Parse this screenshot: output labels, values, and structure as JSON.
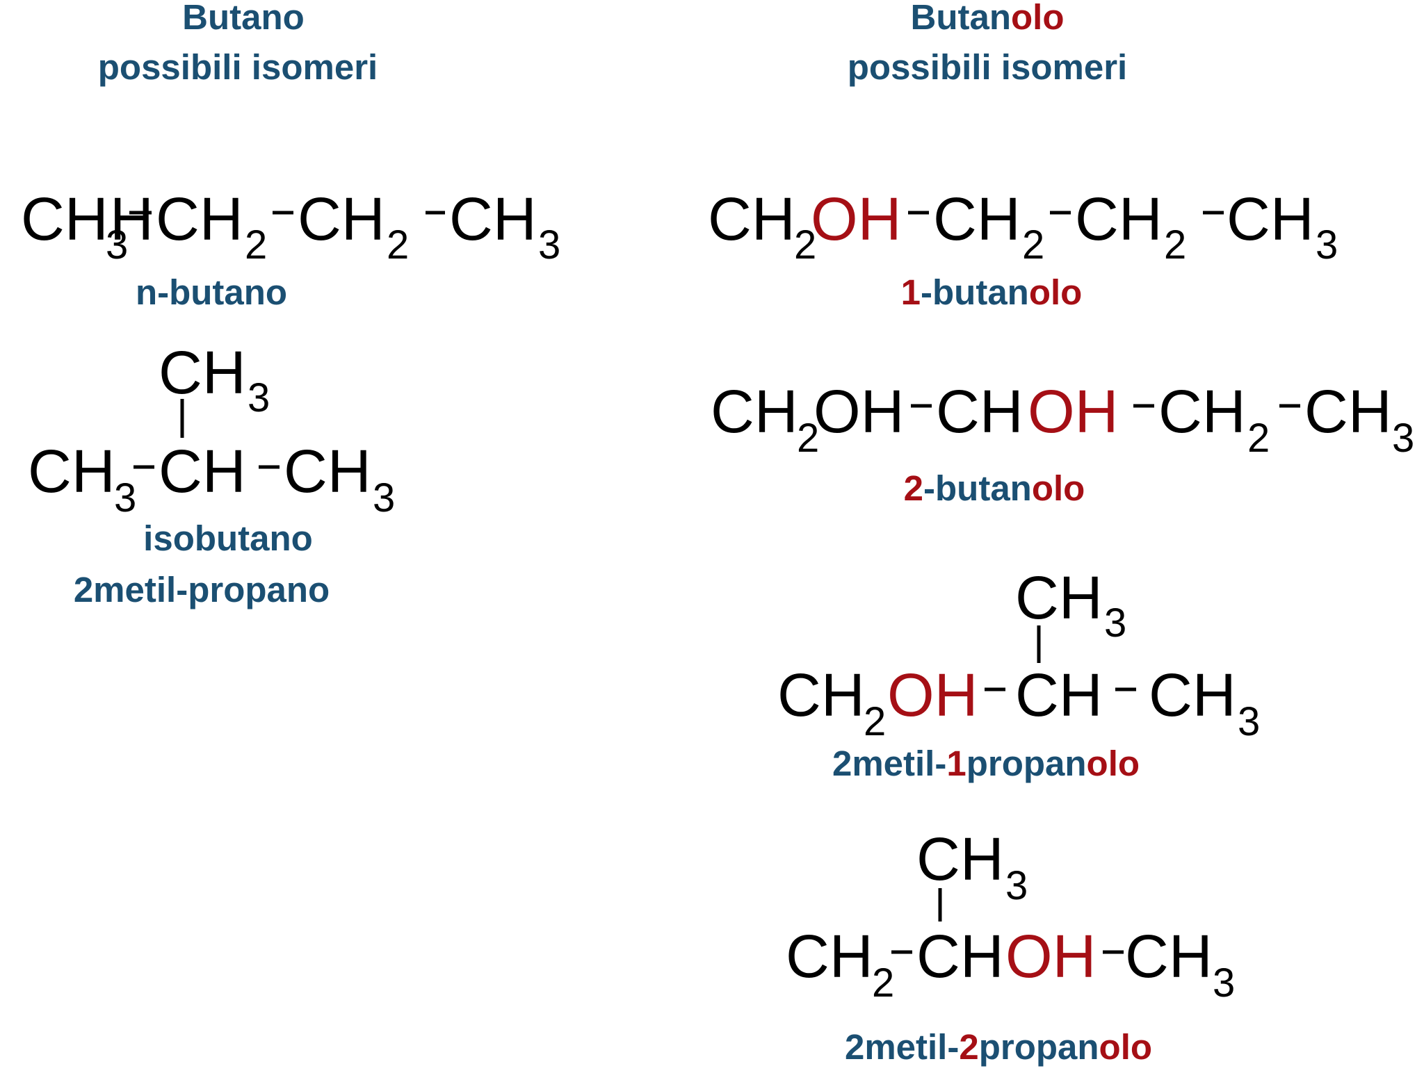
{
  "colors": {
    "label_blue": "#1b4f72",
    "highlight_red": "#a50f15",
    "formula_black": "#000000",
    "background": "#ffffff"
  },
  "left_column": {
    "header": {
      "line1": "Butano",
      "line2": "possibili isomeri"
    },
    "n_butano": {
      "name": "n-butano"
    },
    "isobutano": {
      "name_line1": "isobutano",
      "name_line2": "2metil-propano"
    }
  },
  "right_column": {
    "header": {
      "line1_a": "Butan",
      "line1_b": "olo",
      "line2": "possibili isomeri"
    },
    "butanolo_1": {
      "name": {
        "a": "1",
        "b": "-butan",
        "c": "olo"
      }
    },
    "butanolo_2": {
      "name": {
        "a": "2",
        "b": "-butan",
        "c": "olo"
      }
    },
    "metil_1_propanolo": {
      "name": {
        "a": "2metil-",
        "b": "1",
        "c": "propan",
        "d": "olo"
      }
    },
    "metil_2_propanolo": {
      "name": {
        "a": "2metil-",
        "b": "2",
        "c": "propan",
        "d": "olo"
      }
    }
  },
  "formula_text": {
    "CH": "CH",
    "C": "C",
    "H": "H",
    "OH": "OH",
    "sub2": "2",
    "sub3": "3"
  }
}
